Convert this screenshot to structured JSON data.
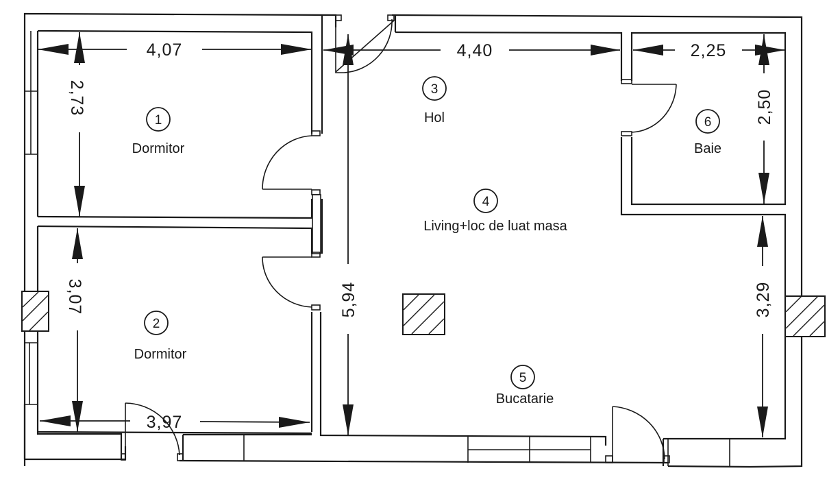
{
  "plan": {
    "type": "apartment floor plan",
    "colors": {
      "line": "#1a1a1a",
      "background": "#ffffff"
    },
    "rooms": [
      {
        "number": "1",
        "name": "Dormitor"
      },
      {
        "number": "2",
        "name": "Dormitor"
      },
      {
        "number": "3",
        "name": "Hol"
      },
      {
        "number": "4",
        "name": "Living+loc de luat masa"
      },
      {
        "number": "5",
        "name": "Bucatarie"
      },
      {
        "number": "6",
        "name": "Baie"
      }
    ],
    "dimensions": {
      "room1_width": "4,07",
      "room1_height": "2,73",
      "room2_height": "3,07",
      "room2_width": "3,97",
      "hall_width": "4,40",
      "living_height": "5,94",
      "bath_width": "2,25",
      "bath_height": "2,50",
      "kitchen_height": "3,29"
    }
  }
}
